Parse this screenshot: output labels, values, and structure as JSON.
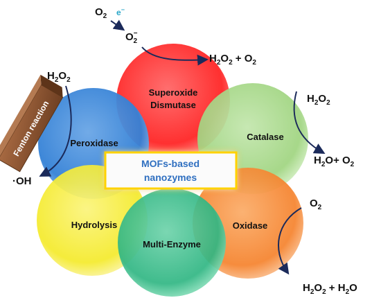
{
  "center": {
    "line1": "MOFs-based",
    "line2": "nanozymes"
  },
  "enzymes": {
    "superoxide_dismutase": {
      "line1": "Superoxide",
      "line2": "Dismutase"
    },
    "catalase": "Catalase",
    "peroxidase": "Peroxidase",
    "hydrolysis": "Hydrolysis",
    "multi_enzyme": "Multi-Enzyme",
    "oxidase": "Oxidase"
  },
  "fenton": "Fenton reaction",
  "species": {
    "o2_top": "O",
    "o2_top_sub": "2",
    "electron": "e",
    "electron_sup": "−",
    "superoxide": "O",
    "superoxide_sup": "−",
    "superoxide_sub": "2",
    "sod_product_1": "H",
    "sod_product_1_sub": "2",
    "sod_product_2": "O",
    "sod_product_2_sub": "2",
    "sod_product_3": " + O",
    "sod_product_3_sub": "2",
    "h2o2_left_a": "H",
    "h2o2_left_sub1": "2",
    "h2o2_left_b": "O",
    "h2o2_left_sub2": "2",
    "hydroxyl": "·OH",
    "h2o2_right_a": "H",
    "h2o2_right_sub1": "2",
    "h2o2_right_b": "O",
    "h2o2_right_sub2": "2",
    "cat_product_a": "H",
    "cat_product_sub1": "2",
    "cat_product_b": "O+ O",
    "cat_product_sub2": "2",
    "o2_oxidase": "O",
    "o2_oxidase_sub": "2",
    "ox_product_a": "H",
    "ox_product_sub1": "2",
    "ox_product_b": "O",
    "ox_product_sub2": "2",
    "ox_product_c": " + H",
    "ox_product_sub3": "2",
    "ox_product_d": "O"
  },
  "colors": {
    "sod": "#ff3b3b",
    "catalase": "#a6d888",
    "peroxidase": "#3f88d8",
    "hydrolysis": "#f5ec3a",
    "multi_enzyme": "#3fbf8f",
    "oxidase": "#f78d3a",
    "center_text": "#2f6fc0",
    "center_border": "#f2c400",
    "arrow": "#1b2a5a",
    "electron": "#2aa6c8",
    "fenton_fill": "#8b5433"
  }
}
